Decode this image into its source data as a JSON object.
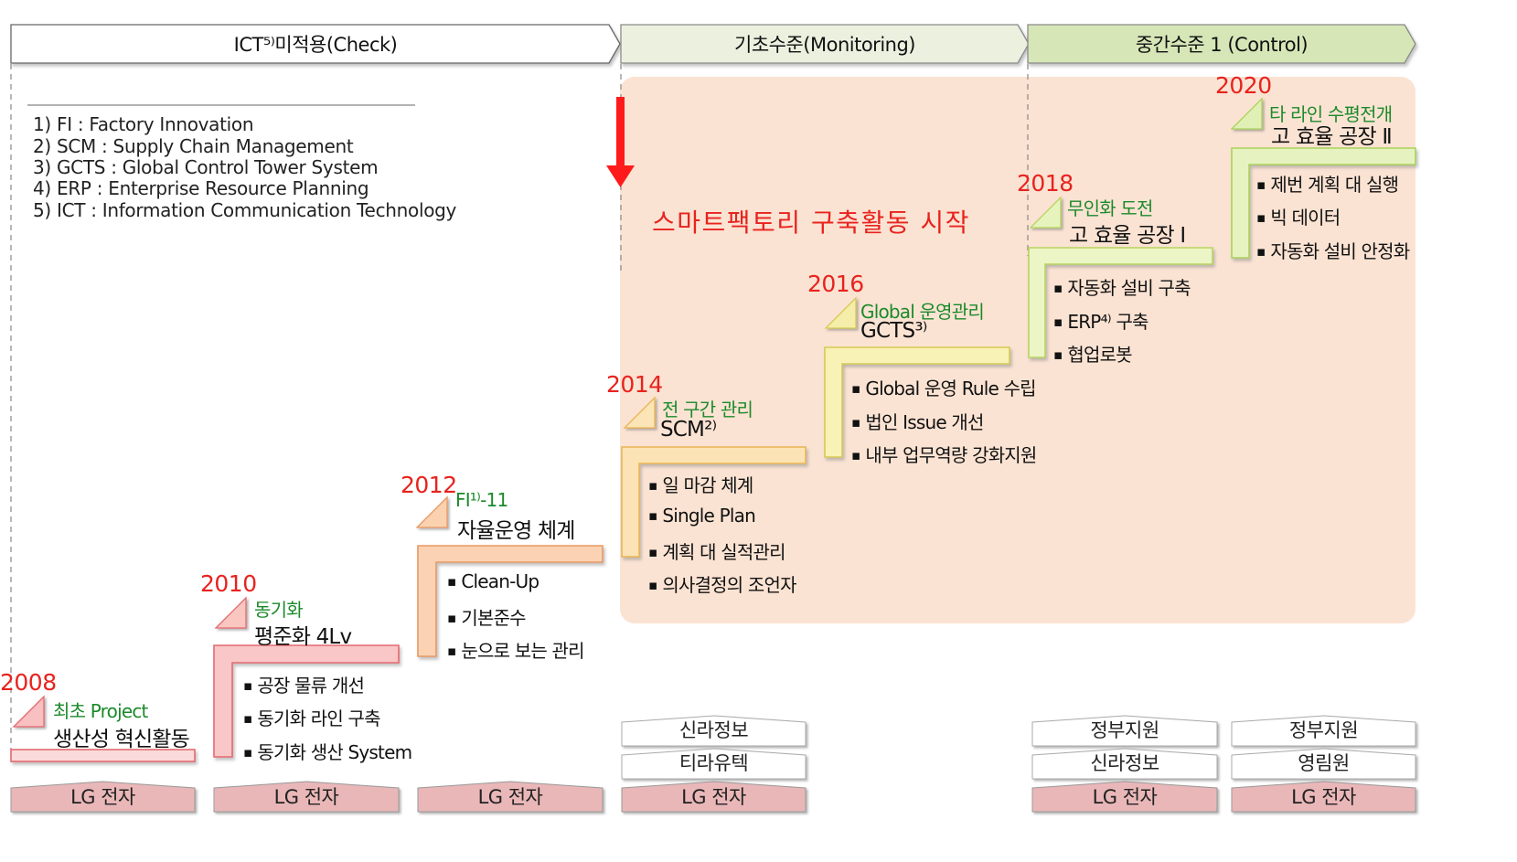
{
  "phases": [
    {
      "label": "ICT⁵⁾미적용(Check)"
    },
    {
      "label": "기초수준(Monitoring)"
    },
    {
      "label": "중간수준 1 (Control)"
    }
  ],
  "footnotes": [
    "1) FI : Factory Innovation",
    "2) SCM : Supply Chain Management",
    "3) GCTS : Global Control Tower System",
    "4) ERP : Enterprise Resource Planning",
    "5) ICT : Information Communication Technology"
  ],
  "start_label": "스마트팩토리 구축활동 시작",
  "steps": [
    {
      "year": "2008",
      "subtitle": "최초 Project",
      "title": "생산성 혁신활동",
      "bullets": [],
      "color": "#ef8f93"
    },
    {
      "year": "2010",
      "subtitle": "동기화",
      "title": "평준화 4Lv",
      "bullets": [
        "공장 물류 개선",
        "동기화 라인 구축",
        "동기화 생산 System"
      ],
      "color": "#f39a9c"
    },
    {
      "year": "2012",
      "subtitle": "FI¹⁾-11",
      "title": "자율운영 체계",
      "bullets": [
        "Clean-Up",
        "기본준수",
        "눈으로 보는 관리"
      ],
      "color": "#f7b282"
    },
    {
      "year": "2014",
      "subtitle": "전 구간 관리",
      "title": "SCM²⁾",
      "bullets": [
        "일 마감 체계",
        "Single Plan",
        "계획 대 실적관리",
        "의사결정의 조언자"
      ],
      "color": "#f9cd78"
    },
    {
      "year": "2016",
      "subtitle": "Global 운영관리",
      "title": "GCTS³⁾",
      "bullets": [
        "Global 운영 Rule 수립",
        "법인 Issue 개선",
        "내부 업무역량 강화지원"
      ],
      "color": "#f3ea7a"
    },
    {
      "year": "2018",
      "subtitle": "무인화 도전",
      "title": "고 효율 공장 Ⅰ",
      "bullets": [
        "자동화 설비 구축",
        "ERP⁴⁾ 구축",
        "협업로봇"
      ],
      "color": "#d8ec8c"
    },
    {
      "year": "2020",
      "subtitle": "타 라인 수평전개",
      "title": "고 효율 공장 Ⅱ",
      "bullets": [
        "제번 계획 대 실행",
        "빅 데이터",
        "자동화 설비 안정화"
      ],
      "color": "#cdea86"
    }
  ],
  "partners": [
    {
      "column": "2008",
      "items": [
        "LG 전자"
      ]
    },
    {
      "column": "2010",
      "items": [
        "LG 전자"
      ]
    },
    {
      "column": "2012",
      "items": [
        "LG 전자"
      ]
    },
    {
      "column": "2014",
      "items": [
        "신라정보",
        "티라유텍",
        "LG 전자"
      ]
    },
    {
      "column": "2018",
      "items": [
        "정부지원",
        "신라정보",
        "LG 전자"
      ]
    },
    {
      "column": "2020",
      "items": [
        "정부지원",
        "영림원",
        "LG 전자"
      ]
    }
  ],
  "colors": {
    "accent_red": "#e8231e",
    "highlight_bg": "#fbe3d3",
    "phase2_fill": "#ecf0df",
    "phase3_fill": "#d6e6b7",
    "lg_box": "#eab7b8",
    "subtitle_green": "#1b8a2a"
  }
}
